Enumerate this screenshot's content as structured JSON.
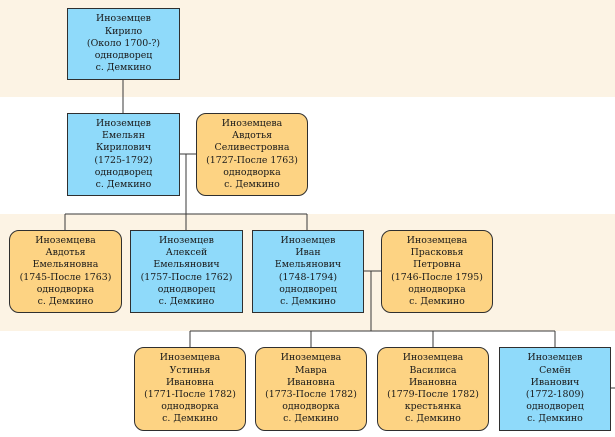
{
  "colors": {
    "male": "#8fdafa",
    "female": "#fdd383",
    "band_alt": "#fcf3e4",
    "line": "#3a3a3a"
  },
  "people": {
    "kirilo": {
      "surname": "Иноземцев",
      "given": "Кирило",
      "patronymic": "",
      "dates": "(Около 1700-?)",
      "status": "однодворец",
      "place": "с. Демкино"
    },
    "emelyan": {
      "surname": "Иноземцев",
      "given": "Емельян",
      "patronymic": "Кирилович",
      "dates": "(1725-1792)",
      "status": "однодворец",
      "place": "с. Демкино"
    },
    "avdotya_s": {
      "surname": "Иноземцева",
      "given": "Авдотья",
      "patronymic": "Селивестровна",
      "dates": "(1727-После 1763)",
      "status": "однодворка",
      "place": "с. Демкино"
    },
    "avdotya_e": {
      "surname": "Иноземцева",
      "given": "Авдотья",
      "patronymic": "Емельяновна",
      "dates": "(1745-После 1763)",
      "status": "однодворка",
      "place": "с. Демкино"
    },
    "aleksey": {
      "surname": "Иноземцев",
      "given": "Алексей",
      "patronymic": "Емельянович",
      "dates": "(1757-После 1762)",
      "status": "однодворец",
      "place": "с. Демкино"
    },
    "ivan": {
      "surname": "Иноземцев",
      "given": "Иван",
      "patronymic": "Емельянович",
      "dates": "(1748-1794)",
      "status": "однодворец",
      "place": "с. Демкино"
    },
    "praskovya": {
      "surname": "Иноземцева",
      "given": "Прасковья",
      "patronymic": "Петровна",
      "dates": "(1746-После 1795)",
      "status": "однодворка",
      "place": "с. Демкино"
    },
    "ustinya": {
      "surname": "Иноземцева",
      "given": "Устинья",
      "patronymic": "Ивановна",
      "dates": "(1771-После 1782)",
      "status": "однодворка",
      "place": "с. Демкино"
    },
    "mavra": {
      "surname": "Иноземцева",
      "given": "Мавра",
      "patronymic": "Ивановна",
      "dates": "(1773-После 1782)",
      "status": "однодворка",
      "place": "с. Демкино"
    },
    "vasilisa": {
      "surname": "Иноземцева",
      "given": "Василиса",
      "patronymic": "Ивановна",
      "dates": "(1779-После 1782)",
      "status": "крестьянка",
      "place": "с. Демкино"
    },
    "semyon": {
      "surname": "Иноземцев",
      "given": "Семён",
      "patronymic": "Иванович",
      "dates": "(1772-1809)",
      "status": "однодворец",
      "place": "с. Демкино"
    }
  }
}
